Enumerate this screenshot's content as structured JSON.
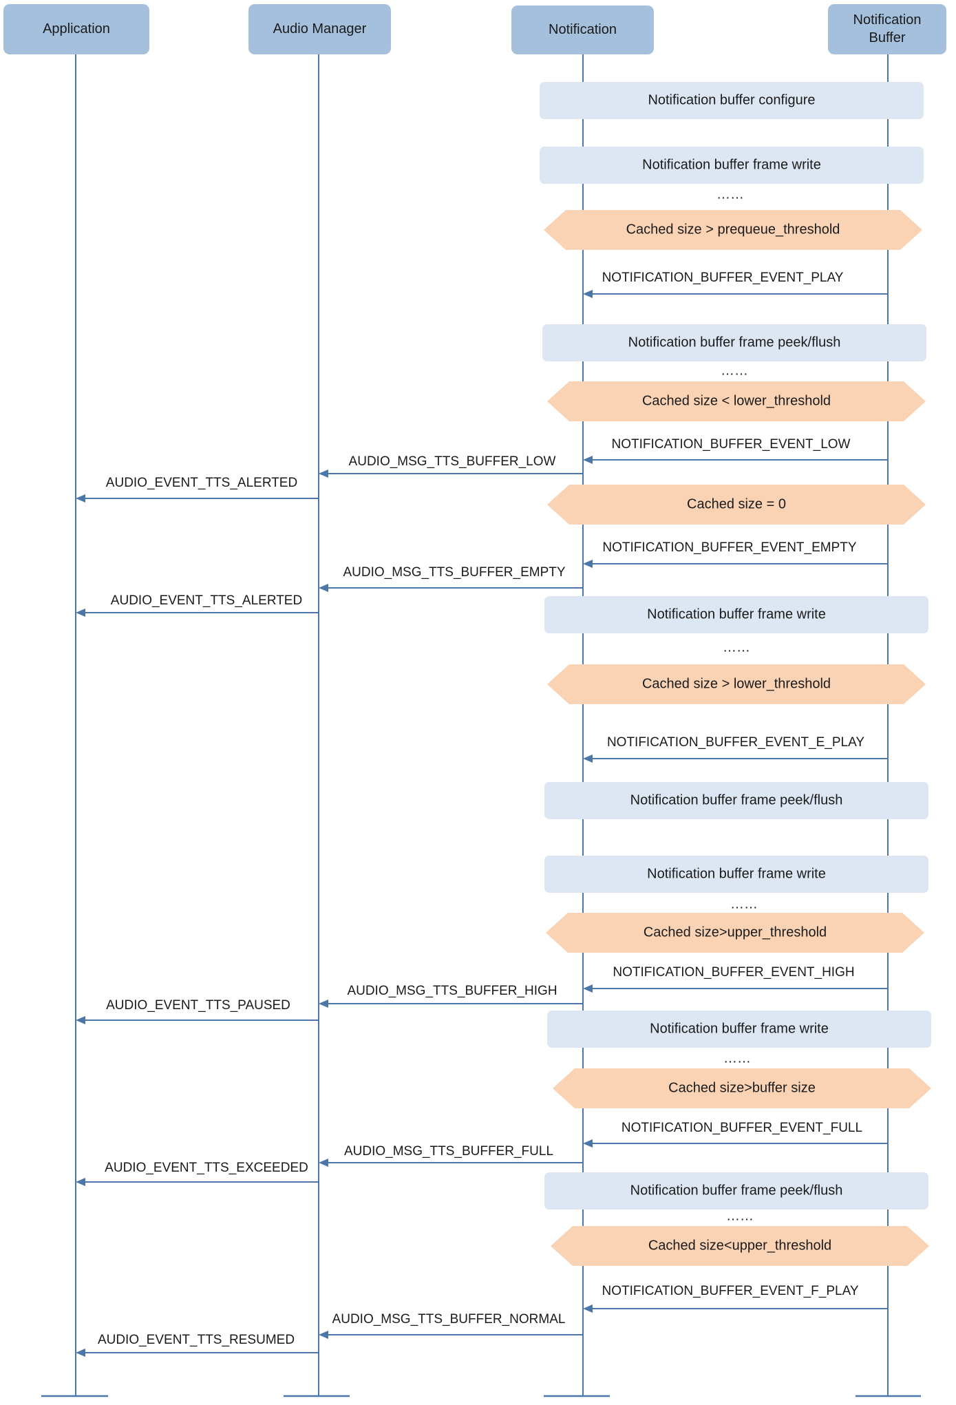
{
  "participants": [
    {
      "lines": [
        "Application"
      ]
    },
    {
      "lines": [
        "Audio Manager"
      ]
    },
    {
      "lines": [
        "Notification"
      ]
    },
    {
      "lines": [
        "Notification",
        "Buffer"
      ]
    }
  ],
  "steps": [
    {
      "kind": "note",
      "text": "Notification buffer configure"
    },
    {
      "kind": "note",
      "text": "Notification buffer frame write"
    },
    {
      "kind": "ellipsis",
      "text": "……"
    },
    {
      "kind": "condition",
      "text": "Cached size > prequeue_threshold"
    },
    {
      "kind": "message",
      "from": 3,
      "to": 2,
      "text": "NOTIFICATION_BUFFER_EVENT_PLAY"
    },
    {
      "kind": "note",
      "text": "Notification buffer frame peek/flush"
    },
    {
      "kind": "ellipsis",
      "text": "……"
    },
    {
      "kind": "condition",
      "text": "Cached size < lower_threshold"
    },
    {
      "kind": "message",
      "from": 3,
      "to": 2,
      "text": "NOTIFICATION_BUFFER_EVENT_LOW"
    },
    {
      "kind": "message",
      "from": 2,
      "to": 1,
      "text": "AUDIO_MSG_TTS_BUFFER_LOW"
    },
    {
      "kind": "message",
      "from": 1,
      "to": 0,
      "text": "AUDIO_EVENT_TTS_ALERTED"
    },
    {
      "kind": "condition",
      "text": "Cached size  = 0"
    },
    {
      "kind": "message",
      "from": 3,
      "to": 2,
      "text": "NOTIFICATION_BUFFER_EVENT_EMPTY"
    },
    {
      "kind": "message",
      "from": 2,
      "to": 1,
      "text": "AUDIO_MSG_TTS_BUFFER_EMPTY"
    },
    {
      "kind": "message",
      "from": 1,
      "to": 0,
      "text": "AUDIO_EVENT_TTS_ALERTED"
    },
    {
      "kind": "note",
      "text": "Notification buffer frame write"
    },
    {
      "kind": "ellipsis",
      "text": "……"
    },
    {
      "kind": "condition",
      "text": "Cached size > lower_threshold"
    },
    {
      "kind": "message",
      "from": 3,
      "to": 2,
      "text": "NOTIFICATION_BUFFER_EVENT_E_PLAY"
    },
    {
      "kind": "note",
      "text": "Notification buffer frame peek/flush"
    },
    {
      "kind": "note",
      "text": "Notification buffer frame write"
    },
    {
      "kind": "ellipsis",
      "text": "……"
    },
    {
      "kind": "condition",
      "text": "Cached size>upper_threshold"
    },
    {
      "kind": "message",
      "from": 3,
      "to": 2,
      "text": "NOTIFICATION_BUFFER_EVENT_HIGH"
    },
    {
      "kind": "message",
      "from": 2,
      "to": 1,
      "text": "AUDIO_MSG_TTS_BUFFER_HIGH"
    },
    {
      "kind": "message",
      "from": 1,
      "to": 0,
      "text": "AUDIO_EVENT_TTS_PAUSED"
    },
    {
      "kind": "note",
      "text": "Notification buffer frame write"
    },
    {
      "kind": "ellipsis",
      "text": "……"
    },
    {
      "kind": "condition",
      "text": "Cached size>buffer size"
    },
    {
      "kind": "message",
      "from": 3,
      "to": 2,
      "text": "NOTIFICATION_BUFFER_EVENT_FULL"
    },
    {
      "kind": "message",
      "from": 2,
      "to": 1,
      "text": "AUDIO_MSG_TTS_BUFFER_FULL"
    },
    {
      "kind": "message",
      "from": 1,
      "to": 0,
      "text": "AUDIO_EVENT_TTS_EXCEEDED"
    },
    {
      "kind": "note",
      "text": "Notification buffer frame peek/flush"
    },
    {
      "kind": "ellipsis",
      "text": "……"
    },
    {
      "kind": "condition",
      "text": "Cached size<upper_threshold"
    },
    {
      "kind": "message",
      "from": 3,
      "to": 2,
      "text": "NOTIFICATION_BUFFER_EVENT_F_PLAY"
    },
    {
      "kind": "message",
      "from": 2,
      "to": 1,
      "text": "AUDIO_MSG_TTS_BUFFER_NORMAL"
    },
    {
      "kind": "message",
      "from": 1,
      "to": 0,
      "text": "AUDIO_EVENT_TTS_RESUMED"
    }
  ],
  "colors": {
    "participant_fill": "#a4c0dd",
    "lifeline": "#4a76a8",
    "note_fill": "#dde7f3",
    "condition_fill": "#fad3b4",
    "text": "#1a1a1a"
  }
}
